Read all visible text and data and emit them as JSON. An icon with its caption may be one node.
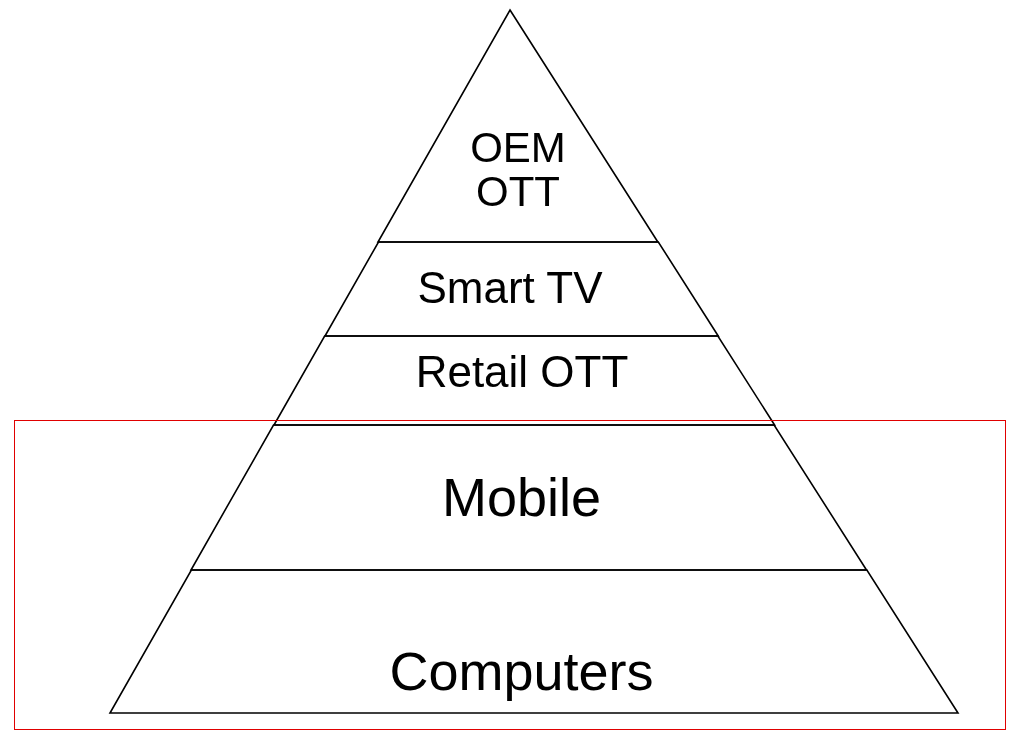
{
  "diagram": {
    "nodes": [
      {
        "text": [
          "OEM OTT"
        ]
      },
      {
        "text": [
          "Smart TV"
        ]
      },
      {
        "text": [
          "Retail OTT"
        ]
      },
      {
        "text": [],
        "shape": "box"
      },
      {
        "text": [
          "Mobile"
        ],
        "in": 3
      },
      {
        "text": [
          "Computers"
        ],
        "in": 3
      }
    ],
    "edges": []
  }
}
